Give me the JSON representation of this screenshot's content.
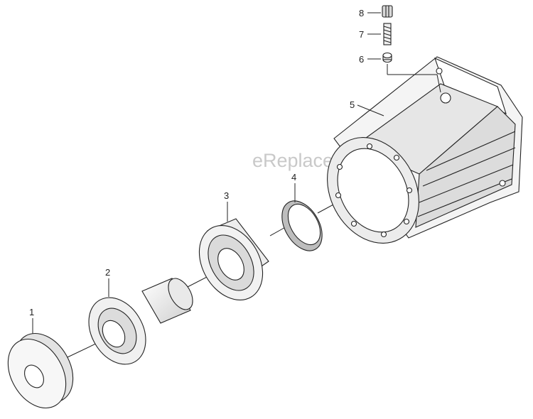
{
  "watermark": "eReplacementParts.com",
  "callouts": [
    {
      "id": "1",
      "text": "1"
    },
    {
      "id": "2",
      "text": "2"
    },
    {
      "id": "3",
      "text": "3"
    },
    {
      "id": "4",
      "text": "4"
    },
    {
      "id": "5",
      "text": "5"
    },
    {
      "id": "6",
      "text": "6"
    },
    {
      "id": "7",
      "text": "7"
    },
    {
      "id": "8",
      "text": "8"
    }
  ],
  "colors": {
    "line": "#222222",
    "shade": "#e0e0e0",
    "watermark": "#c9c9c9"
  }
}
